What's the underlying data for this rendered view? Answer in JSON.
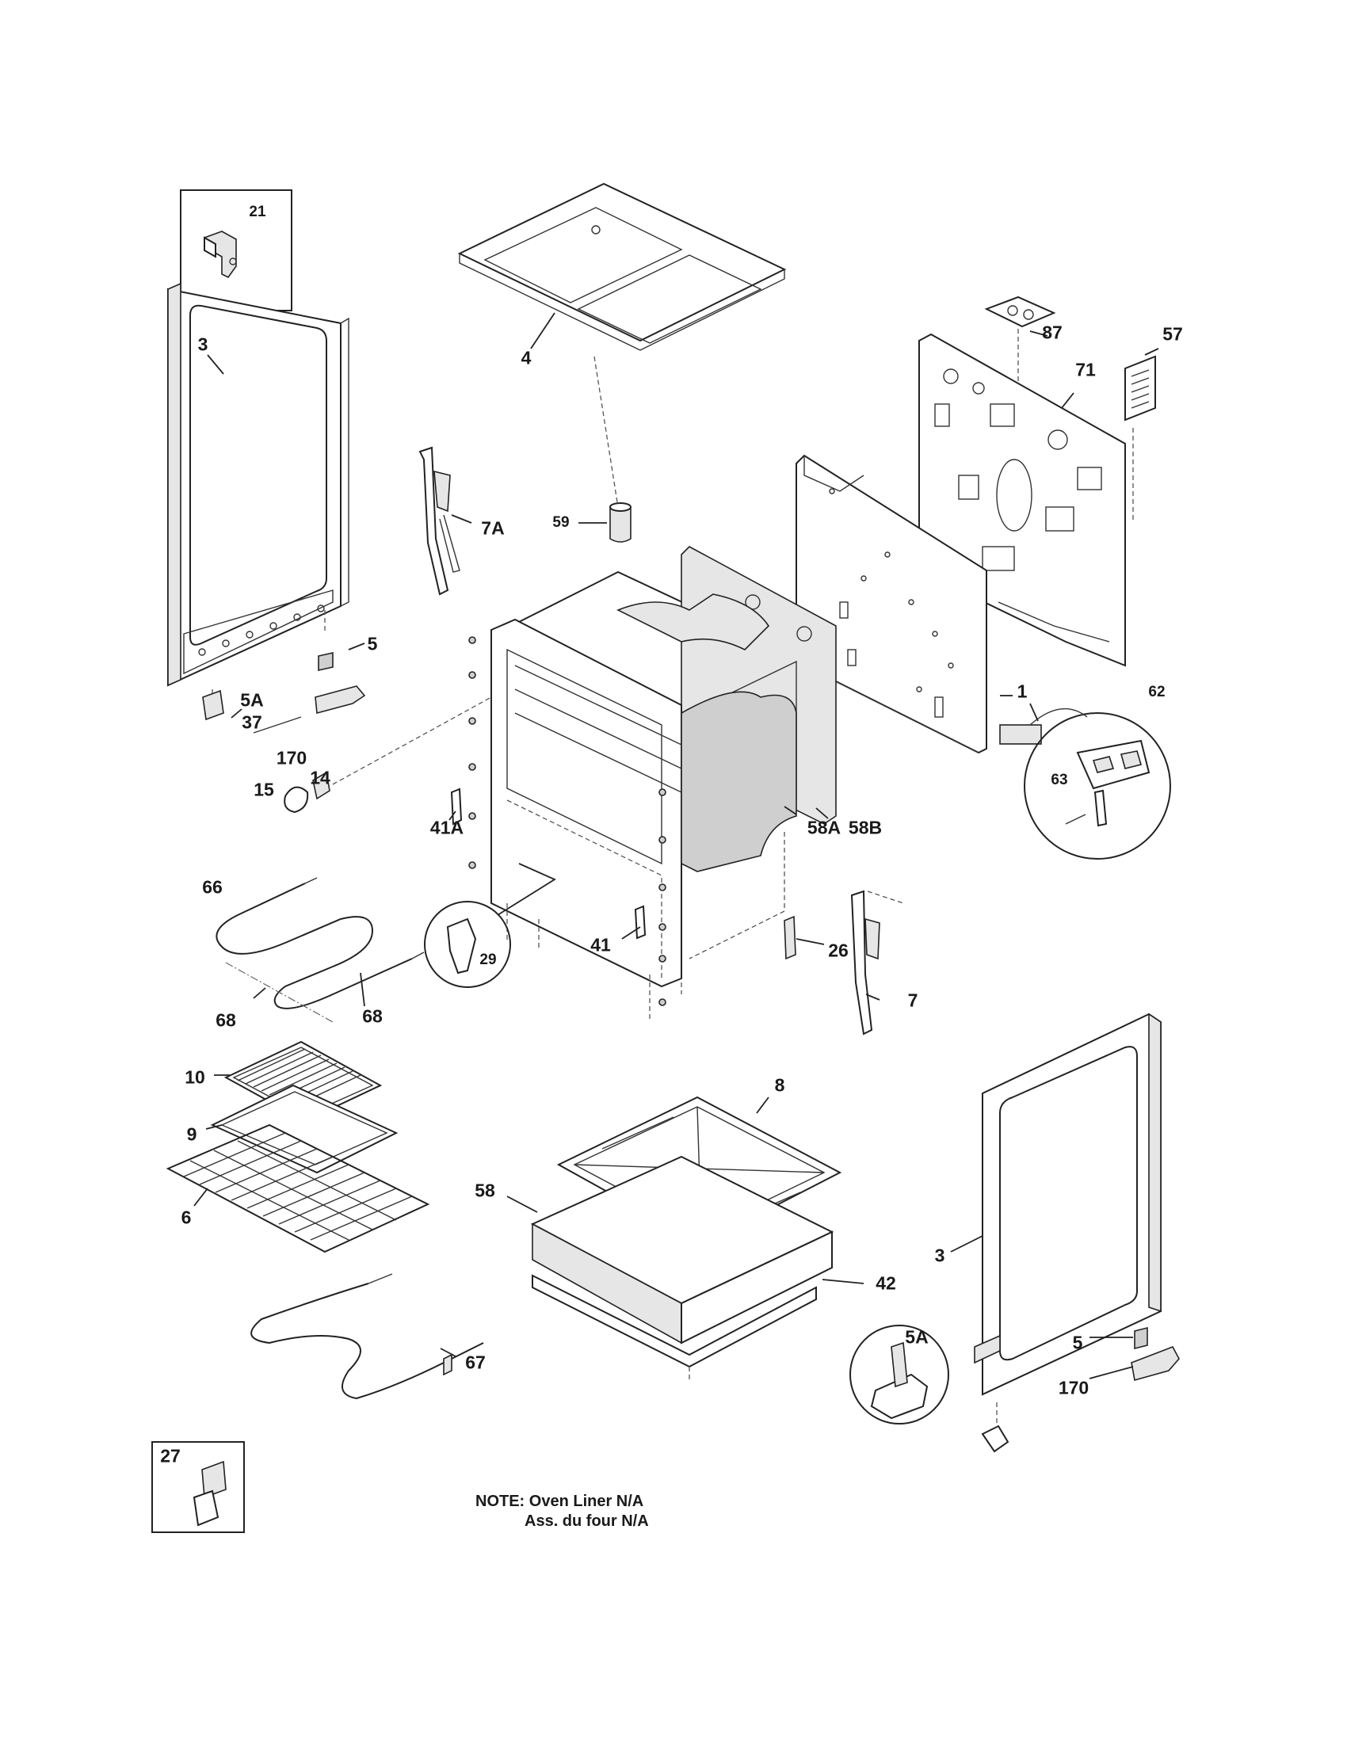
{
  "callouts": {
    "p21": "21",
    "p3a": "3",
    "p4": "4",
    "p87": "87",
    "p57": "57",
    "p71": "71",
    "p7a": "7A",
    "p59": "59",
    "p5a": "5",
    "p5A_a": "5A",
    "p37": "37",
    "p170a": "170",
    "p15": "15",
    "p14": "14",
    "p1": "1",
    "p62": "62",
    "p63": "63",
    "p41a": "41A",
    "p58a": "58A",
    "p58b": "58B",
    "p66": "66",
    "p29": "29",
    "p41": "41",
    "p26": "26",
    "p7": "7",
    "p68a": "68",
    "p68b": "68",
    "p10": "10",
    "p8": "8",
    "p9": "9",
    "p58": "58",
    "p6": "6",
    "p3b": "3",
    "p42": "42",
    "p5A_b": "5A",
    "p5b": "5",
    "p67": "67",
    "p170b": "170",
    "p27": "27"
  },
  "note": {
    "line1": "NOTE: Oven Liner N/A",
    "line2": "Ass. du four N/A"
  }
}
